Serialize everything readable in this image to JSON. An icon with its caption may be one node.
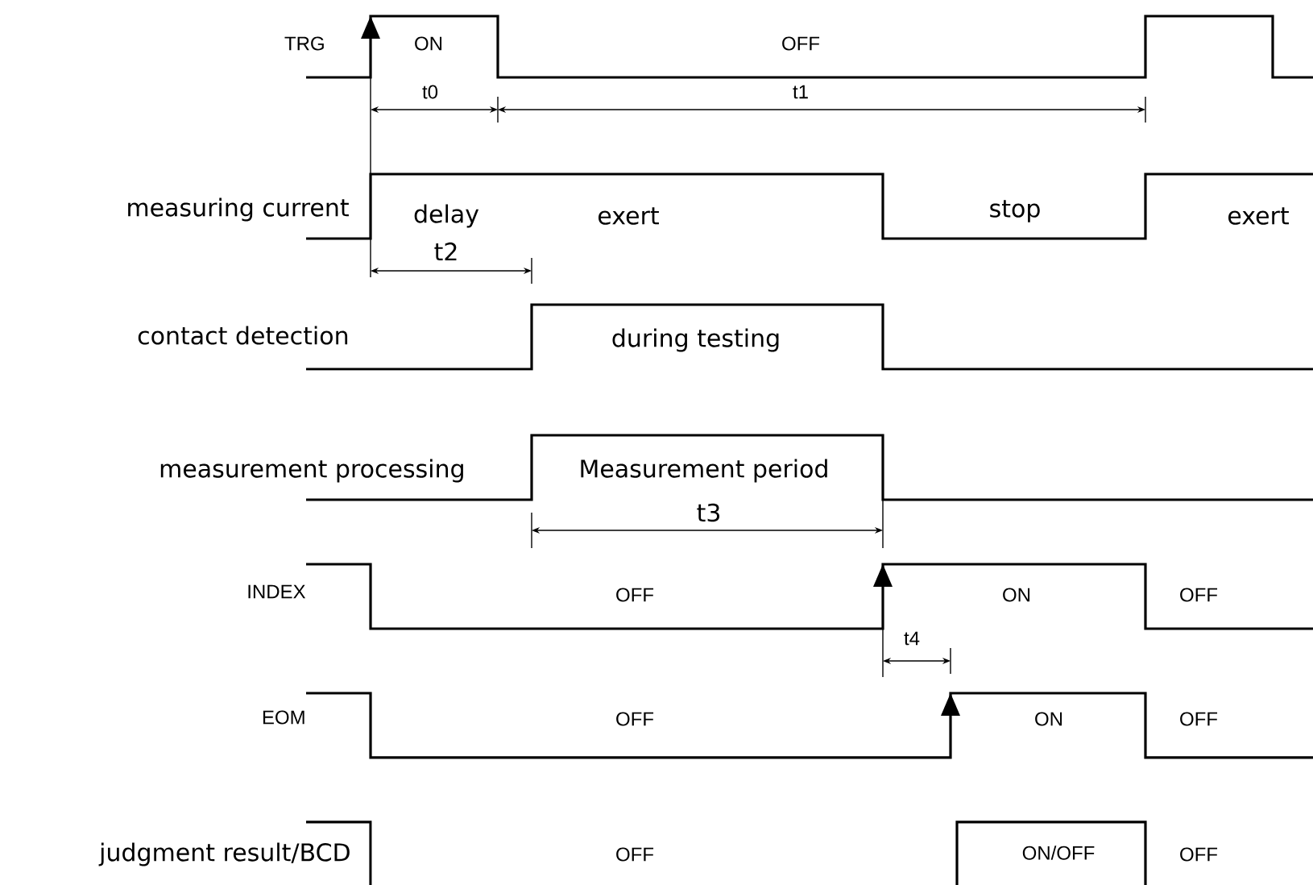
{
  "diagram": {
    "labels": [
      "TRG",
      "ON",
      "OFF",
      "t0",
      "t1",
      "measuring current",
      "delay",
      "exert",
      "stop",
      "exert",
      "t2",
      "contact detection",
      "during testing",
      "measurement processing",
      "Measurement period",
      "t3",
      "INDEX",
      "OFF",
      "ON",
      "OFF",
      "t4",
      "EOM",
      "OFF",
      "ON",
      "OFF",
      "judgment result/BCD",
      "OFF",
      "ON/OFF",
      "OFF"
    ]
  }
}
